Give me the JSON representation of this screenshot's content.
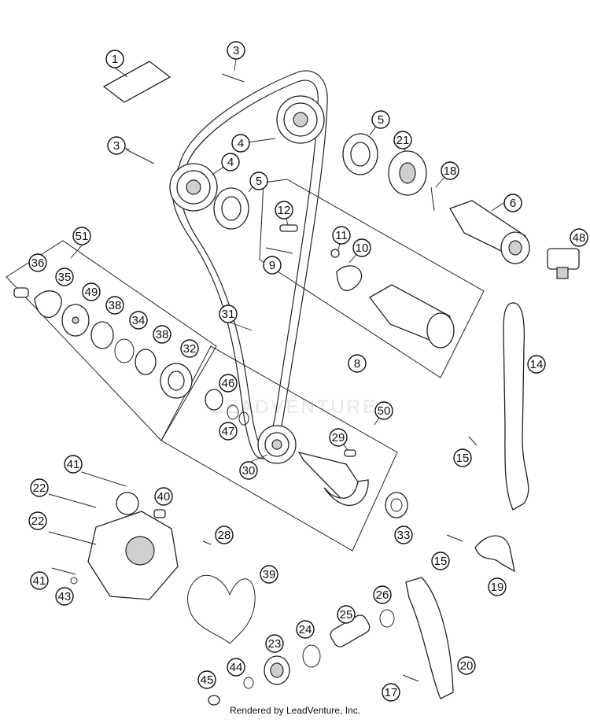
{
  "footer": "Rendered by LeadVenture, Inc.",
  "watermark": "LEADVENTURE",
  "callouts": [
    "1",
    "3",
    "3",
    "4",
    "4",
    "5",
    "5",
    "21",
    "18",
    "6",
    "48",
    "12",
    "11",
    "10",
    "9",
    "8",
    "51",
    "36",
    "35",
    "49",
    "38",
    "34",
    "38",
    "32",
    "31",
    "14",
    "46",
    "47",
    "50",
    "29",
    "30",
    "15",
    "41",
    "22",
    "40",
    "22",
    "28",
    "33",
    "15",
    "19",
    "41",
    "43",
    "39",
    "26",
    "25",
    "24",
    "23",
    "44",
    "20",
    "45",
    "17"
  ]
}
